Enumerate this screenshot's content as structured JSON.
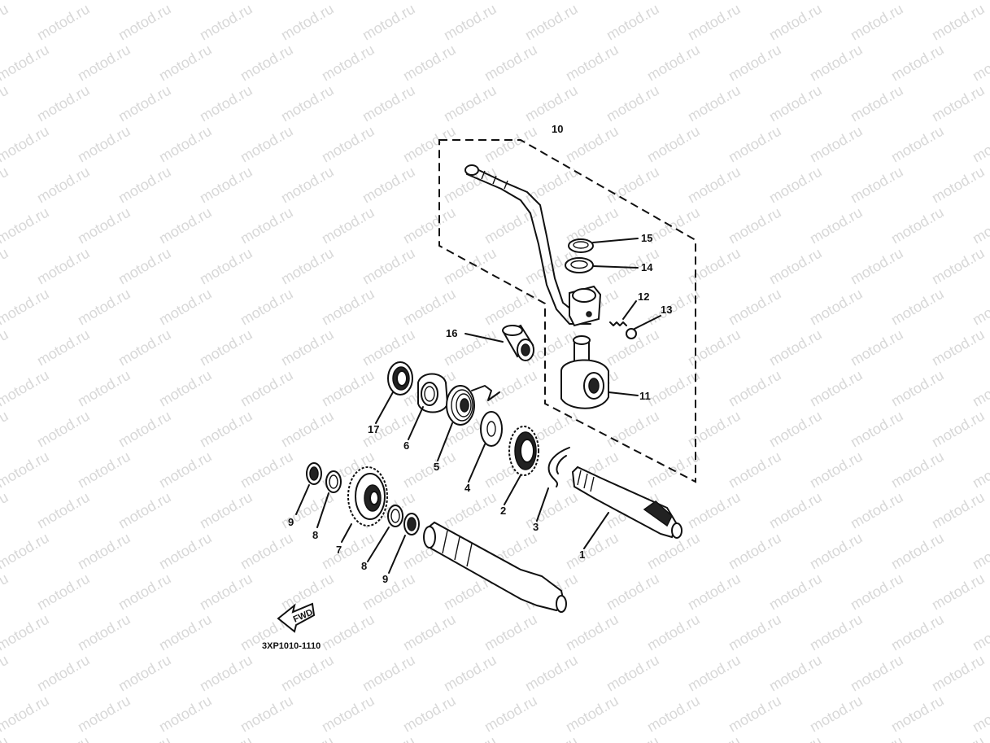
{
  "watermark": {
    "text": "motod.ru"
  },
  "diagram": {
    "part_code": "3XP1010-1110",
    "fwd_label": "FWD",
    "callouts": [
      {
        "id": "c1",
        "text": "1"
      },
      {
        "id": "c2",
        "text": "2"
      },
      {
        "id": "c3",
        "text": "3"
      },
      {
        "id": "c4",
        "text": "4"
      },
      {
        "id": "c5",
        "text": "5"
      },
      {
        "id": "c6",
        "text": "6"
      },
      {
        "id": "c7",
        "text": "7"
      },
      {
        "id": "c8a",
        "text": "8"
      },
      {
        "id": "c8b",
        "text": "8"
      },
      {
        "id": "c9a",
        "text": "9"
      },
      {
        "id": "c9b",
        "text": "9"
      },
      {
        "id": "c10",
        "text": "10"
      },
      {
        "id": "c11",
        "text": "11"
      },
      {
        "id": "c12",
        "text": "12"
      },
      {
        "id": "c13",
        "text": "13"
      },
      {
        "id": "c14",
        "text": "14"
      },
      {
        "id": "c15",
        "text": "15"
      },
      {
        "id": "c16",
        "text": "16"
      },
      {
        "id": "c17",
        "text": "17"
      }
    ]
  }
}
